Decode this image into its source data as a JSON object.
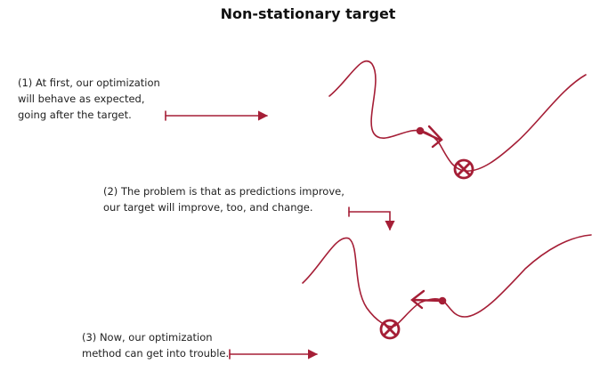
{
  "title": "Non-stationary target",
  "annotations": [
    {
      "lines": [
        "(1) At first, our optimization",
        "will behave as expected,",
        "going after the target."
      ]
    },
    {
      "lines": [
        "(2) The problem is that as predictions improve,",
        "our target will improve, too, and change."
      ]
    },
    {
      "lines": [
        "(3) Now, our optimization",
        "method can get into trouble."
      ]
    }
  ],
  "colors": {
    "accent": "#a51e36",
    "text": "#222222"
  },
  "icons": [
    "target-circle-x-icon",
    "step-arrow-icon",
    "pointer-arrow-icon"
  ]
}
